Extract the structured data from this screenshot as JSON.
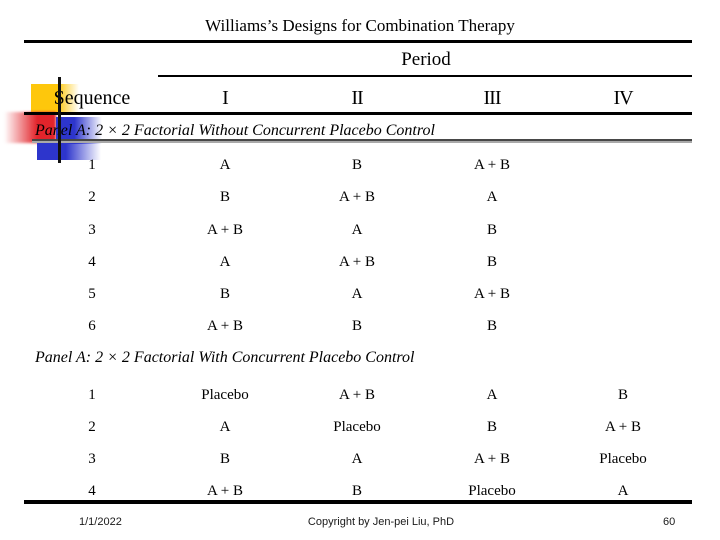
{
  "title": "Williams’s Designs for Combination Therapy",
  "table": {
    "period_label": "Period",
    "sequence_label": "Sequence",
    "columns": [
      "I",
      "II",
      "III",
      "IV"
    ],
    "panels": [
      {
        "title": "Panel A: 2 × 2 Factorial Without Concurrent Placebo Control",
        "rows": [
          {
            "seq": "1",
            "cells": [
              "A",
              "B",
              "A + B"
            ]
          },
          {
            "seq": "2",
            "cells": [
              "B",
              "A + B",
              "A"
            ]
          },
          {
            "seq": "3",
            "cells": [
              "A + B",
              "A",
              "B"
            ]
          },
          {
            "seq": "4",
            "cells": [
              "A",
              "A + B",
              "B"
            ]
          },
          {
            "seq": "5",
            "cells": [
              "B",
              "A",
              "A + B"
            ]
          },
          {
            "seq": "6",
            "cells": [
              "A + B",
              "B",
              "B"
            ]
          }
        ]
      },
      {
        "title": "Panel A: 2 × 2 Factorial With Concurrent Placebo Control",
        "rows": [
          {
            "seq": "1",
            "cells": [
              "Placebo",
              "A + B",
              "A",
              "B"
            ]
          },
          {
            "seq": "2",
            "cells": [
              "A",
              "Placebo",
              "B",
              "A + B"
            ]
          },
          {
            "seq": "3",
            "cells": [
              "B",
              "A",
              "A + B",
              "Placebo"
            ]
          },
          {
            "seq": "4",
            "cells": [
              "A + B",
              "B",
              "Placebo",
              "A"
            ]
          }
        ]
      }
    ]
  },
  "footer": {
    "date": "1/1/2022",
    "copyright": "Copyright by Jen-pei Liu, PhD",
    "page_number": "60"
  },
  "decoration_colors": {
    "yellow": "#FEC70C",
    "red": "#E2242B",
    "blue": "#2D35CC",
    "divider_gray": "#808080",
    "rule_black": "#000000"
  }
}
